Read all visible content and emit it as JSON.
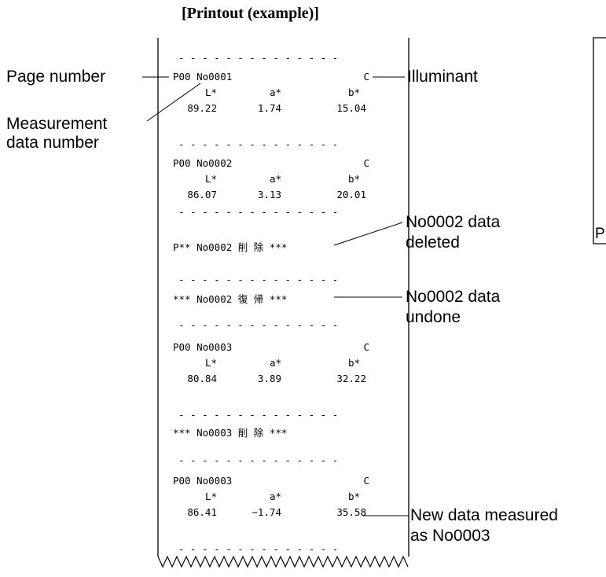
{
  "title": "[Printout (example)]",
  "dash_line": "- - - - - - - - - - - - - -",
  "headers": {
    "l": "L*",
    "a": "a*",
    "b": "b*"
  },
  "records": [
    {
      "page": "P00 No0001",
      "illuminant": "C",
      "L": "89.22",
      "a": "1.74",
      "b": "15.04"
    },
    {
      "page": "P00 No0002",
      "illuminant": "C",
      "L": "86.07",
      "a": "3.13",
      "b": "20.01"
    },
    {
      "event": "P** No0002 削 除 ***"
    },
    {
      "event": "*** No0002 復 帰 ***"
    },
    {
      "page": "P00 No0003",
      "illuminant": "C",
      "L": "80.84",
      "a": "3.89",
      "b": "32.22"
    },
    {
      "event": "*** No0003 削 除 ***"
    },
    {
      "page": "P00 No0003",
      "illuminant": "C",
      "L": "86.41",
      "a": "−1.74",
      "b": "35.58"
    }
  ],
  "annotations": {
    "page_number": "Page number",
    "measurement_line1": "Measurement",
    "measurement_line2": "data number",
    "illuminant": "Illuminant",
    "deleted_line1": "No0002 data",
    "deleted_line2": "deleted",
    "undone_line1": "No0002 data",
    "undone_line2": "undone",
    "newdata_line1": "New data measured",
    "newdata_line2": "as No0003"
  },
  "side_box_text": "P"
}
